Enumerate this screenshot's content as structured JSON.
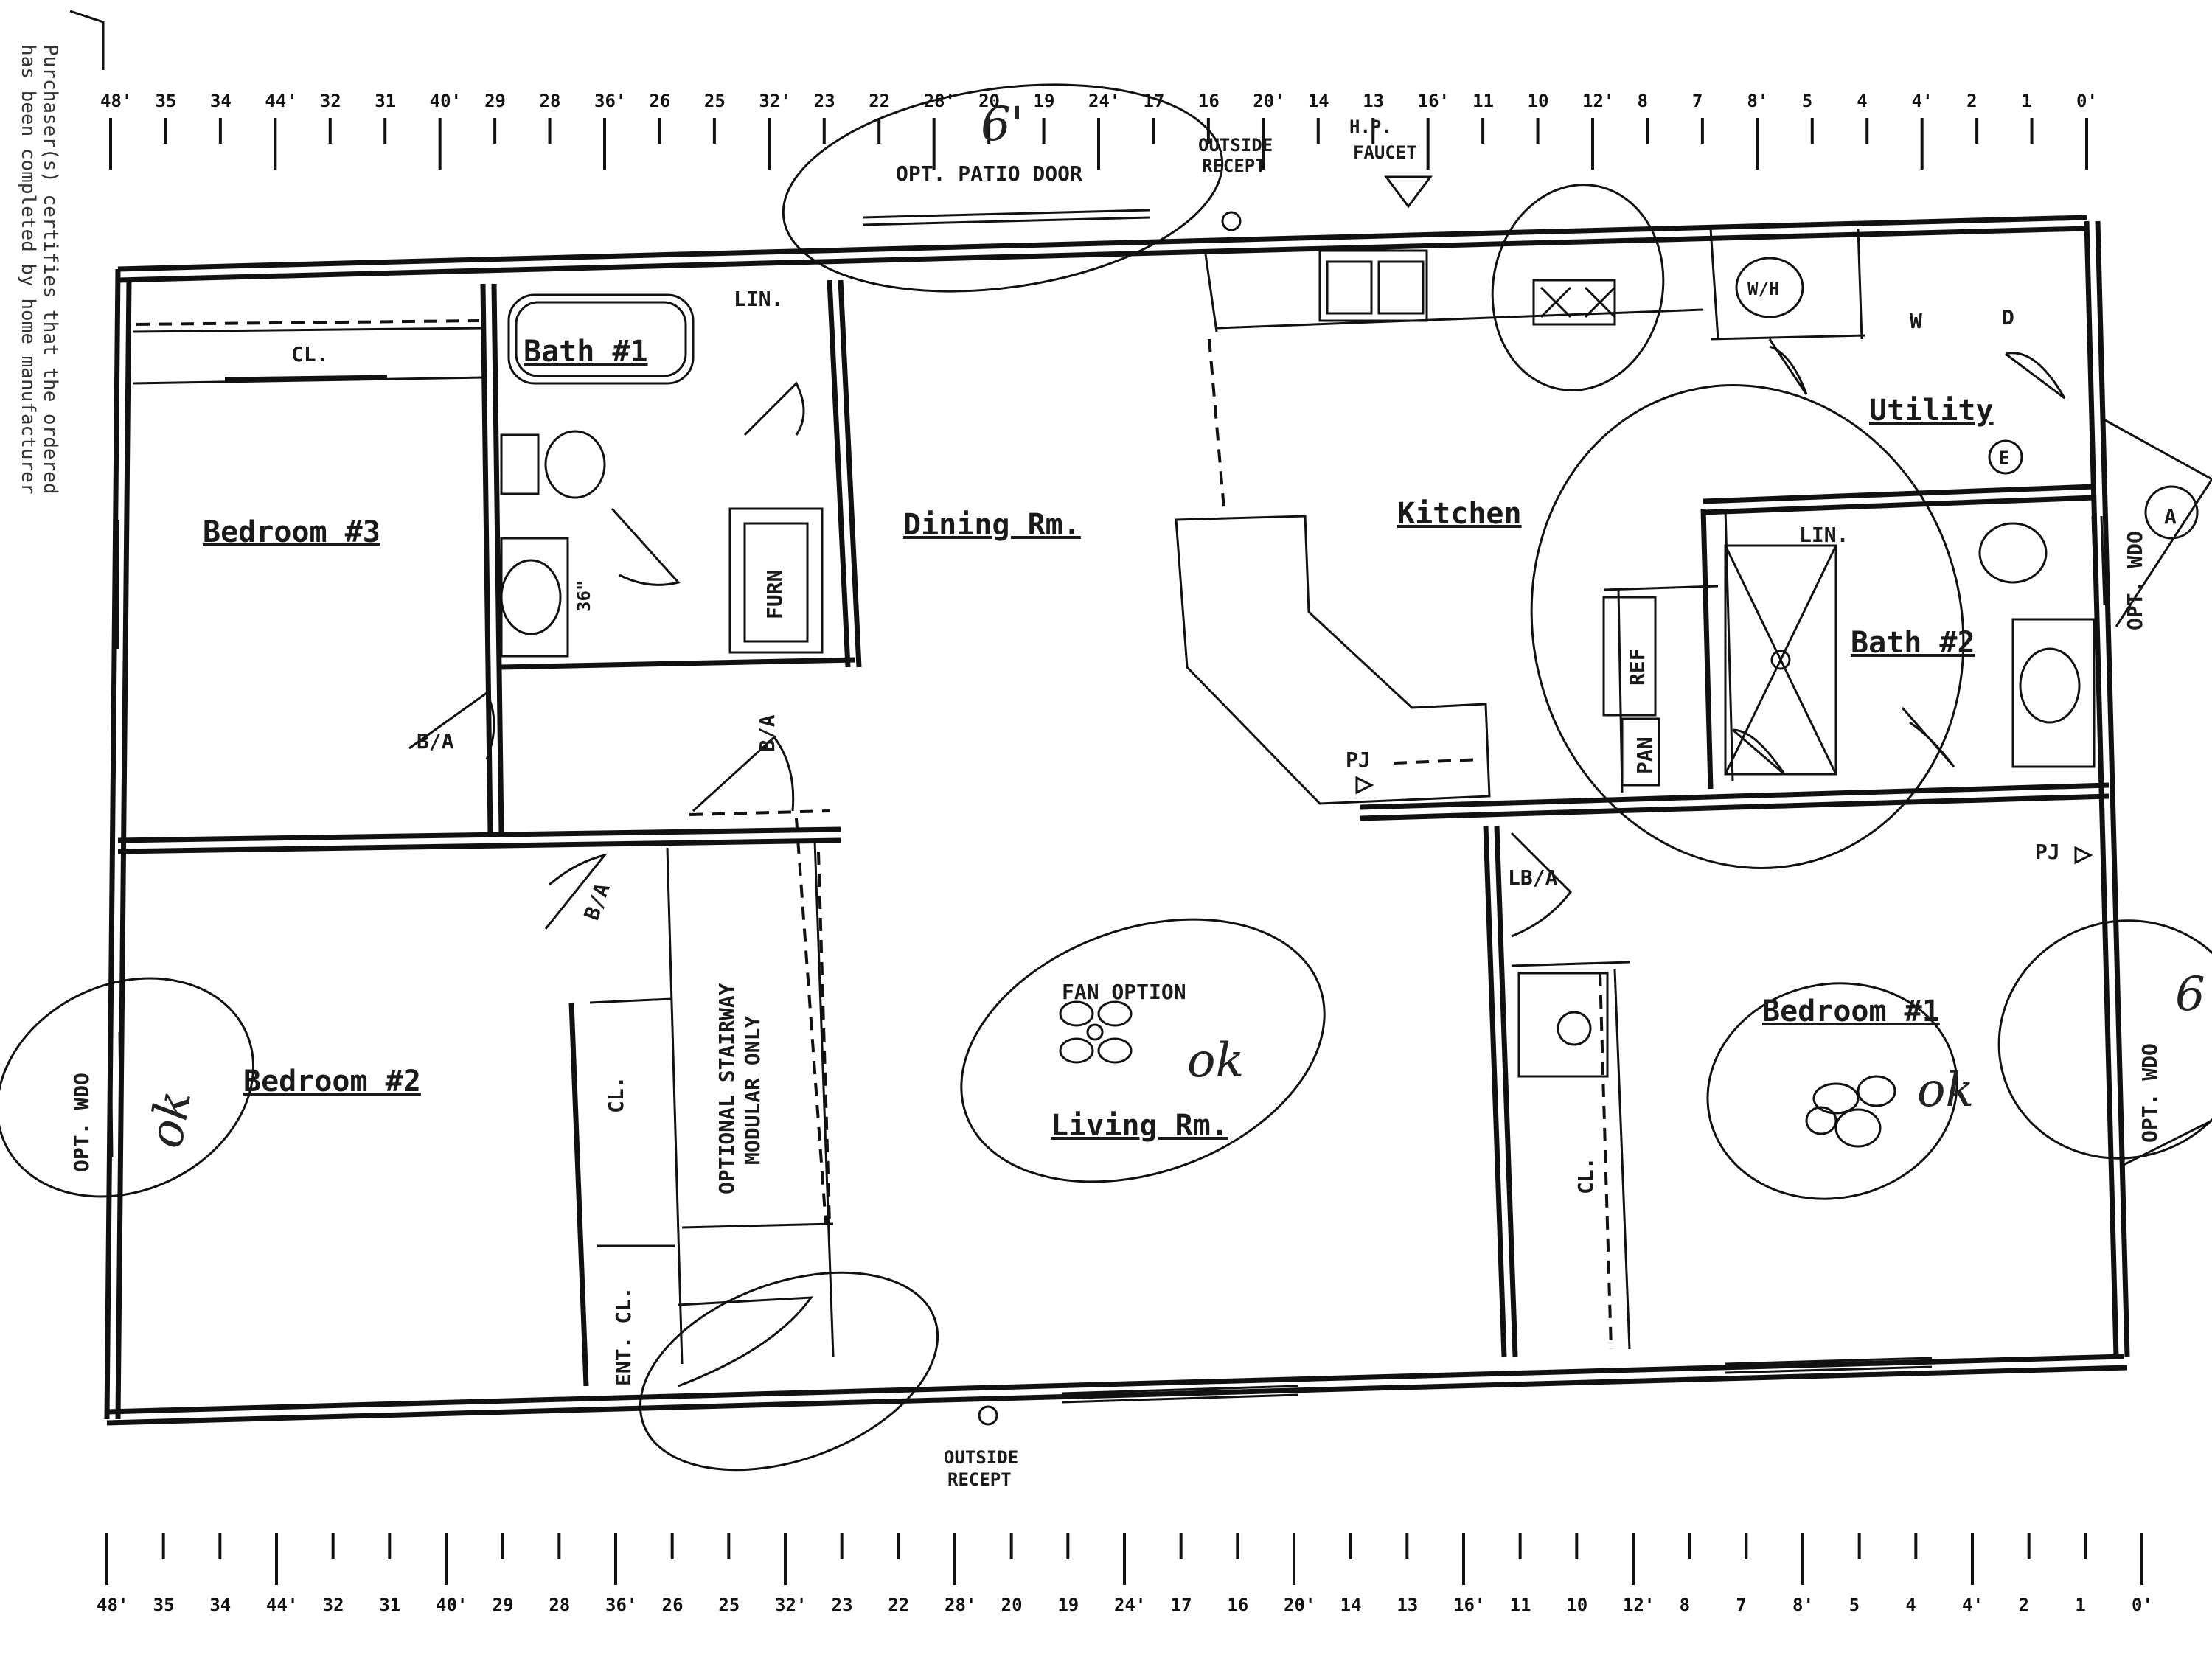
{
  "rooms": {
    "bedroom3": "Bedroom #3",
    "bath1": "Bath #1",
    "dining": "Dining Rm.",
    "kitchen": "Kitchen",
    "utility": "Utility",
    "bath2": "Bath #2",
    "bedroom2": "Bedroom #2",
    "living": "Living Rm.",
    "bedroom1": "Bedroom #1"
  },
  "labels": {
    "cl_bed3": "CL.",
    "lin_bath1": "LIN.",
    "furn": "FURN",
    "d36": "36\"",
    "ba_bed3": "B/A",
    "ba_hall": "B/A",
    "ba_bed2": "B/A",
    "lin_bath2": "LIN.",
    "ref": "REF",
    "pan": "PAN",
    "wh": "W/H",
    "w": "W",
    "d": "D",
    "pj_left": "PJ",
    "pj_right": "PJ",
    "lba": "LB/A",
    "cl_bed1": "CL.",
    "cl_bed2": "CL.",
    "ent_cl": "ENT. CL.",
    "stair_line1": "OPTIONAL STAIRWAY",
    "stair_line2": "MODULAR ONLY",
    "fan_option": "FAN OPTION",
    "opt_patio_door": "OPT. PATIO DOOR",
    "outside_recept_top_1": "OUTSIDE",
    "outside_recept_top_2": "RECEPT",
    "hp_faucet_1": "H.P.",
    "hp_faucet_2": "FAUCET",
    "outside_recept_bottom_1": "OUTSIDE",
    "outside_recept_bottom_2": "RECEPT",
    "opt_wdo_left": "OPT. WDO",
    "opt_wdo_right_top": "OPT. WDO",
    "opt_wdo_right_mid": "OPT. WDO",
    "circle_a": "A",
    "circle_e": "E"
  },
  "handwritten": {
    "ok_living": "ok",
    "ok_bed1": "ok",
    "ok_bed2": "ok",
    "patio": "6'",
    "right_edge": "6"
  },
  "margin": {
    "line1": "Purchaser(s) certifies that the ordered",
    "line2": "has been completed by home manufacturer"
  },
  "ruler_top": [
    "48'",
    "35",
    "34",
    "44'",
    "32",
    "31",
    "40'",
    "29",
    "28",
    "36'",
    "26",
    "25",
    "32'",
    "23",
    "22",
    "28'",
    "20",
    "19",
    "24'",
    "17",
    "16",
    "20'",
    "14",
    "13",
    "16'",
    "11",
    "10",
    "12'",
    "8",
    "7",
    "8'",
    "5",
    "4",
    "4'",
    "2",
    "1",
    "0'"
  ],
  "ruler_bottom": [
    "48'",
    "35",
    "34",
    "44'",
    "32",
    "31",
    "40'",
    "29",
    "28",
    "36'",
    "26",
    "25",
    "32'",
    "23",
    "22",
    "28'",
    "20",
    "19",
    "24'",
    "17",
    "16",
    "20'",
    "14",
    "13",
    "16'",
    "11",
    "10",
    "12'",
    "8",
    "7",
    "8'",
    "5",
    "4",
    "4'",
    "2",
    "1",
    "0'"
  ]
}
